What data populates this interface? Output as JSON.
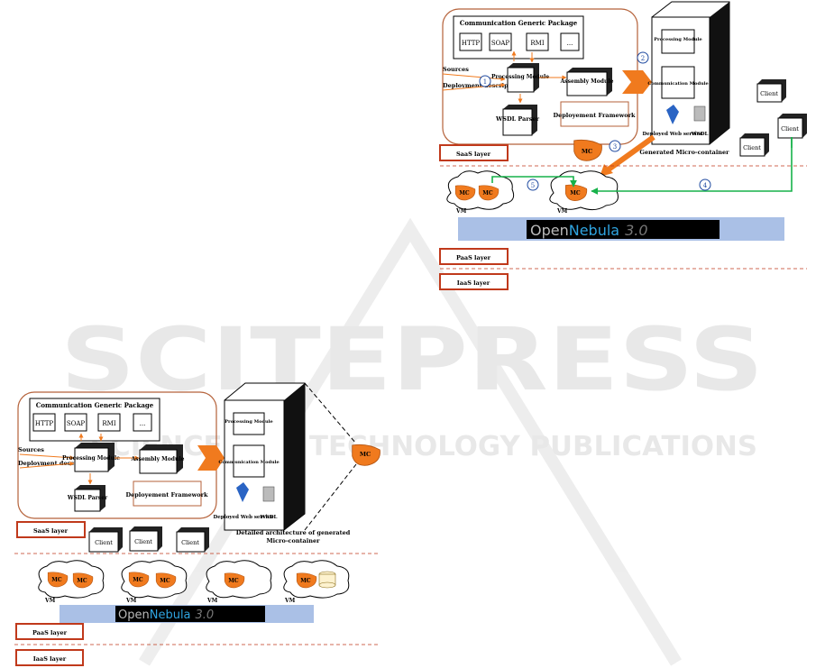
{
  "watermark": {
    "title": "SCITEPRESS",
    "subtitle": "SCIENCE AND TECHNOLOGY PUBLICATIONS"
  },
  "figure_top": {
    "package_title": "Communication Generic Package",
    "protocols": [
      "HTTP",
      "SOAP",
      "RMI",
      "..."
    ],
    "sources": "Sources",
    "deployment_descriptor": "Deployment descriptor",
    "processing_module": "Processing Module",
    "assembly_module": "Assembly Module",
    "wsdl_parser": "WSDL Parser",
    "framework": "Deployement Framework",
    "mc_processing": "Processing Module",
    "mc_communication": "Communication Module",
    "deployed_ws": "Deployed Web service",
    "wsdl": "WSDL",
    "micro_container_caption": "Generated Micro-container",
    "clients": [
      "Client",
      "Client",
      "Client"
    ],
    "mc": "MC",
    "vm": "VM",
    "steps": [
      "1",
      "2",
      "3",
      "4",
      "5"
    ],
    "saas": "SaaS layer",
    "paas": "PaaS layer",
    "iaas": "IaaS layer",
    "opennebula_open": "Open",
    "opennebula_nebula": "Nebula",
    "opennebula_version": "3.0"
  },
  "figure_bottom": {
    "package_title": "Communication Generic Package",
    "protocols": [
      "HTTP",
      "SOAP",
      "RMI",
      "..."
    ],
    "sources": "Sources",
    "deployment_descriptor": "Deployment descriptor",
    "processing_module": "Processing Module",
    "assembly_module": "Assembly Module",
    "wsdl_parser": "WSDL Parser",
    "framework": "Deployement Framework",
    "mc_processing": "Processing Module",
    "mc_communication": "Communication Module",
    "deployed_ws": "Deployed Web service",
    "wsdl": "WSDL",
    "detail_caption_1": "Detailed architecture of generated",
    "detail_caption_2": "Micro-container",
    "clients": [
      "Client",
      "Client",
      "Client"
    ],
    "mc": "MC",
    "vm": "VM",
    "saas": "SaaS layer",
    "paas": "PaaS layer",
    "iaas": "IaaS layer",
    "opennebula_open": "Open",
    "opennebula_nebula": "Nebula",
    "opennebula_version": "3.0"
  },
  "colors": {
    "orange": "#f07a1e",
    "framework_border": "#b5623a",
    "layer_border": "#c0391b",
    "green_arrow": "#17b24a",
    "nebula_bar": "#aac0e6",
    "step_circle": "#1f4aa0",
    "watermark": "#e6e6e6"
  }
}
